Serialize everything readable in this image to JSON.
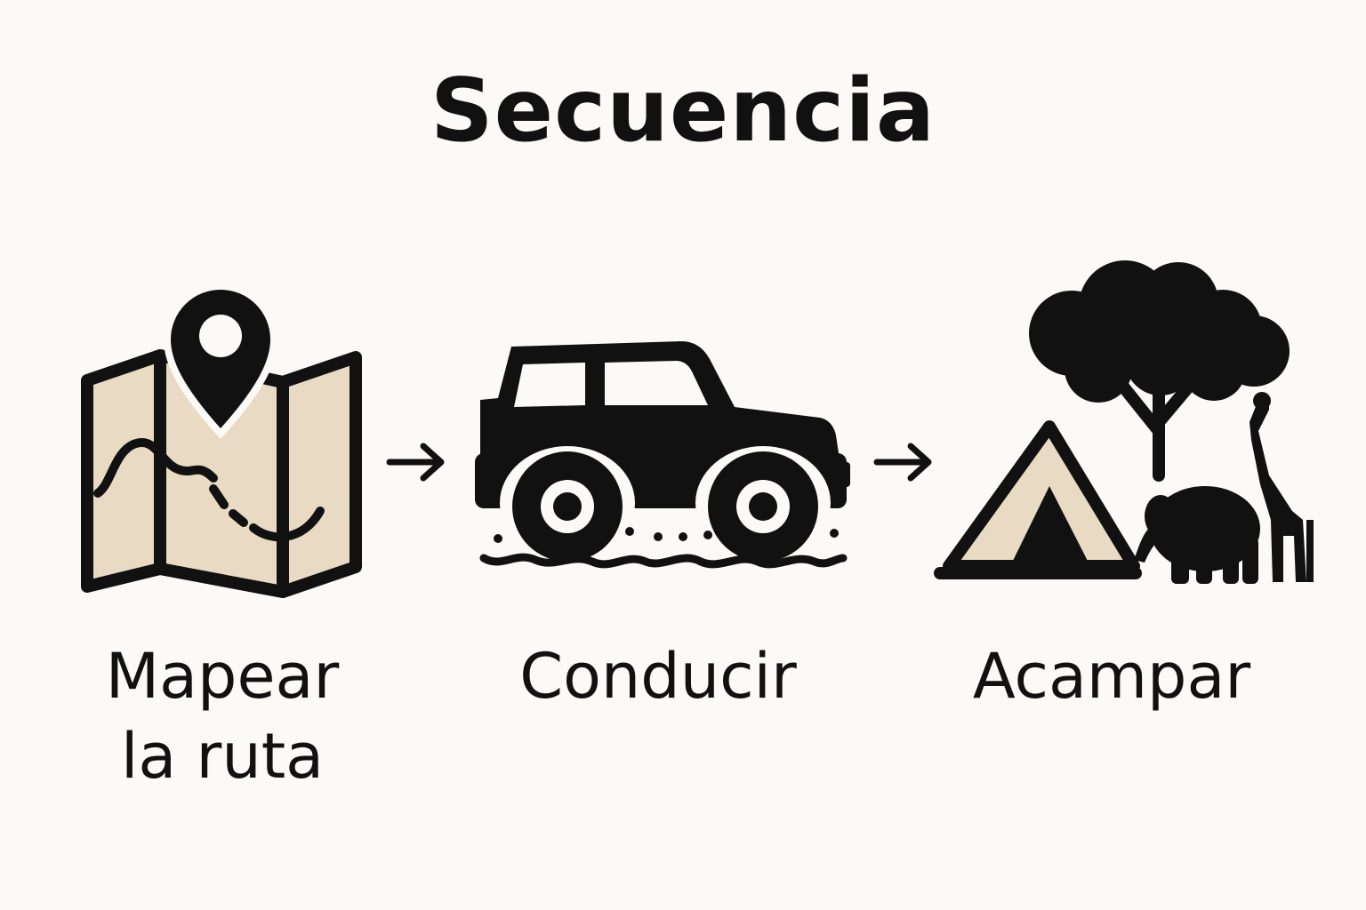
{
  "title": "Secuencia",
  "steps": [
    {
      "label_line1": "Mapear",
      "label_line2": "la ruta",
      "icon": "map-pin-icon"
    },
    {
      "label_line1": "Conducir",
      "label_line2": "",
      "icon": "jeep-icon"
    },
    {
      "label_line1": "Acampar",
      "label_line2": "",
      "icon": "tent-safari-icon"
    }
  ],
  "colors": {
    "background": "#fbfaf7",
    "ink": "#111111",
    "fill": "#e9dbc3"
  }
}
